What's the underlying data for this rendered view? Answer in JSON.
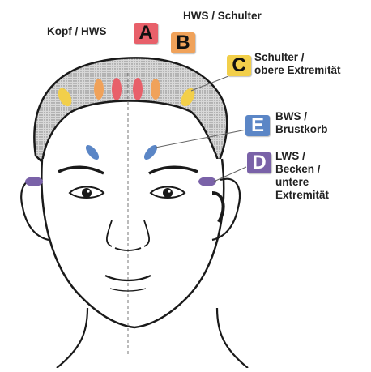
{
  "zones": [
    {
      "letter": "A",
      "label_lines": [
        "Kopf / HWS"
      ],
      "color": "#e8606a"
    },
    {
      "letter": "B",
      "label_lines": [
        "HWS / Schulter"
      ],
      "color": "#f0a25a"
    },
    {
      "letter": "C",
      "label_lines": [
        "Schulter /",
        "obere Extremität"
      ],
      "color": "#f2cf4a"
    },
    {
      "letter": "E",
      "label_lines": [
        "BWS /",
        "Brustkorb"
      ],
      "color": "#5b86c6"
    },
    {
      "letter": "D",
      "label_lines": [
        "LWS /",
        "Becken /",
        "untere",
        "Extremität"
      ],
      "color": "#7a62a8"
    }
  ],
  "colors": {
    "hair": "#c9c9c9",
    "skin_line": "#1a1a1a",
    "zone_a": "#e8606a",
    "zone_b": "#f0a25a",
    "zone_c": "#f2cf4a",
    "zone_d": "#7a62a8",
    "zone_e": "#5b86c6"
  }
}
